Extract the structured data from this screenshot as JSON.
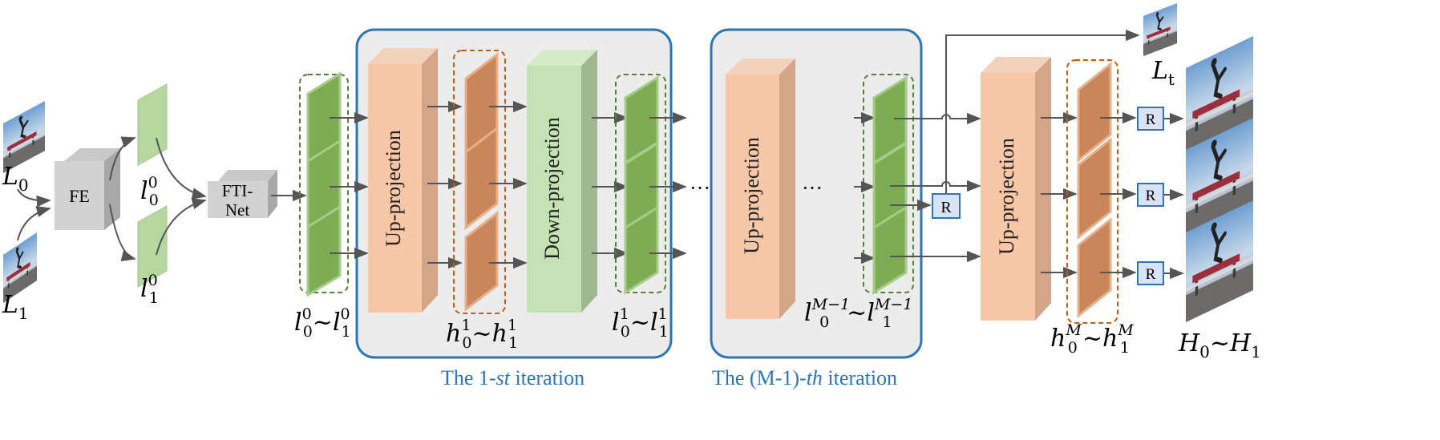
{
  "colors": {
    "up_face": "#f7c7a7",
    "up_side": "#d3a68a",
    "up_top": "#f3d2bc",
    "down_face": "#c5e2b5",
    "down_side": "#9fb890",
    "down_top": "#d4ebc7",
    "lr_face": "#7dac55",
    "lr_side": "#a7cc87",
    "hr_face": "#c98658",
    "hr_side": "#e6b08c",
    "blue": "#2e75b6",
    "green_dash": "#548235",
    "orange_dash": "#c55a11",
    "panel_fill": "#ececec",
    "arrow": "#555555",
    "rbox_fill": "#dae3f3"
  },
  "inputs": {
    "l0": "L",
    "l0_sub": "0",
    "l1": "L",
    "l1_sub": "1"
  },
  "fe": {
    "label": "FE"
  },
  "feature_labels": {
    "a": "l",
    "a_sup": "0",
    "a_sub": "0",
    "b": "l",
    "b_sup": "0",
    "b_sub": "1"
  },
  "fti": {
    "line1": "FTI-",
    "line2": "Net"
  },
  "group_labels": {
    "g0": {
      "main": "l",
      "sub1": "0",
      "sup1": "0",
      "sep": "~",
      "sub2": "1",
      "sup2": "0"
    },
    "g1h": {
      "main": "h",
      "sub1": "0",
      "sup1": "1",
      "sep": "~",
      "sub2": "1",
      "sup2": "1"
    },
    "g1l": {
      "main": "l",
      "sub1": "0",
      "sup1": "1",
      "sep": "~",
      "sub2": "1",
      "sup2": "1"
    },
    "gm1": {
      "main": "l",
      "sub1": "0",
      "sup1": "M−1",
      "sep": "~",
      "sub2": "1",
      "sup2": "M−1"
    },
    "gM": {
      "main": "h",
      "sub1": "0",
      "sup1": "M",
      "sep": "~",
      "sub2": "1",
      "sup2": "M"
    },
    "out": {
      "main": "H",
      "sub1": "0",
      "sep": "~",
      "sub2": "1"
    }
  },
  "blocks": {
    "up1": "Up-projection",
    "down1": "Down-projection",
    "upm1": "Up-projection",
    "upM": "Up-projection"
  },
  "ellipsis": {
    "a": "···",
    "b": "···"
  },
  "r_label": "R",
  "lt": {
    "main": "L",
    "sub": "t"
  },
  "captions": {
    "first": "The 1-",
    "first_em": "st",
    "first_tail": " iteration",
    "second": "The (M-1)-",
    "second_em": "th",
    "second_tail": " iteration"
  }
}
